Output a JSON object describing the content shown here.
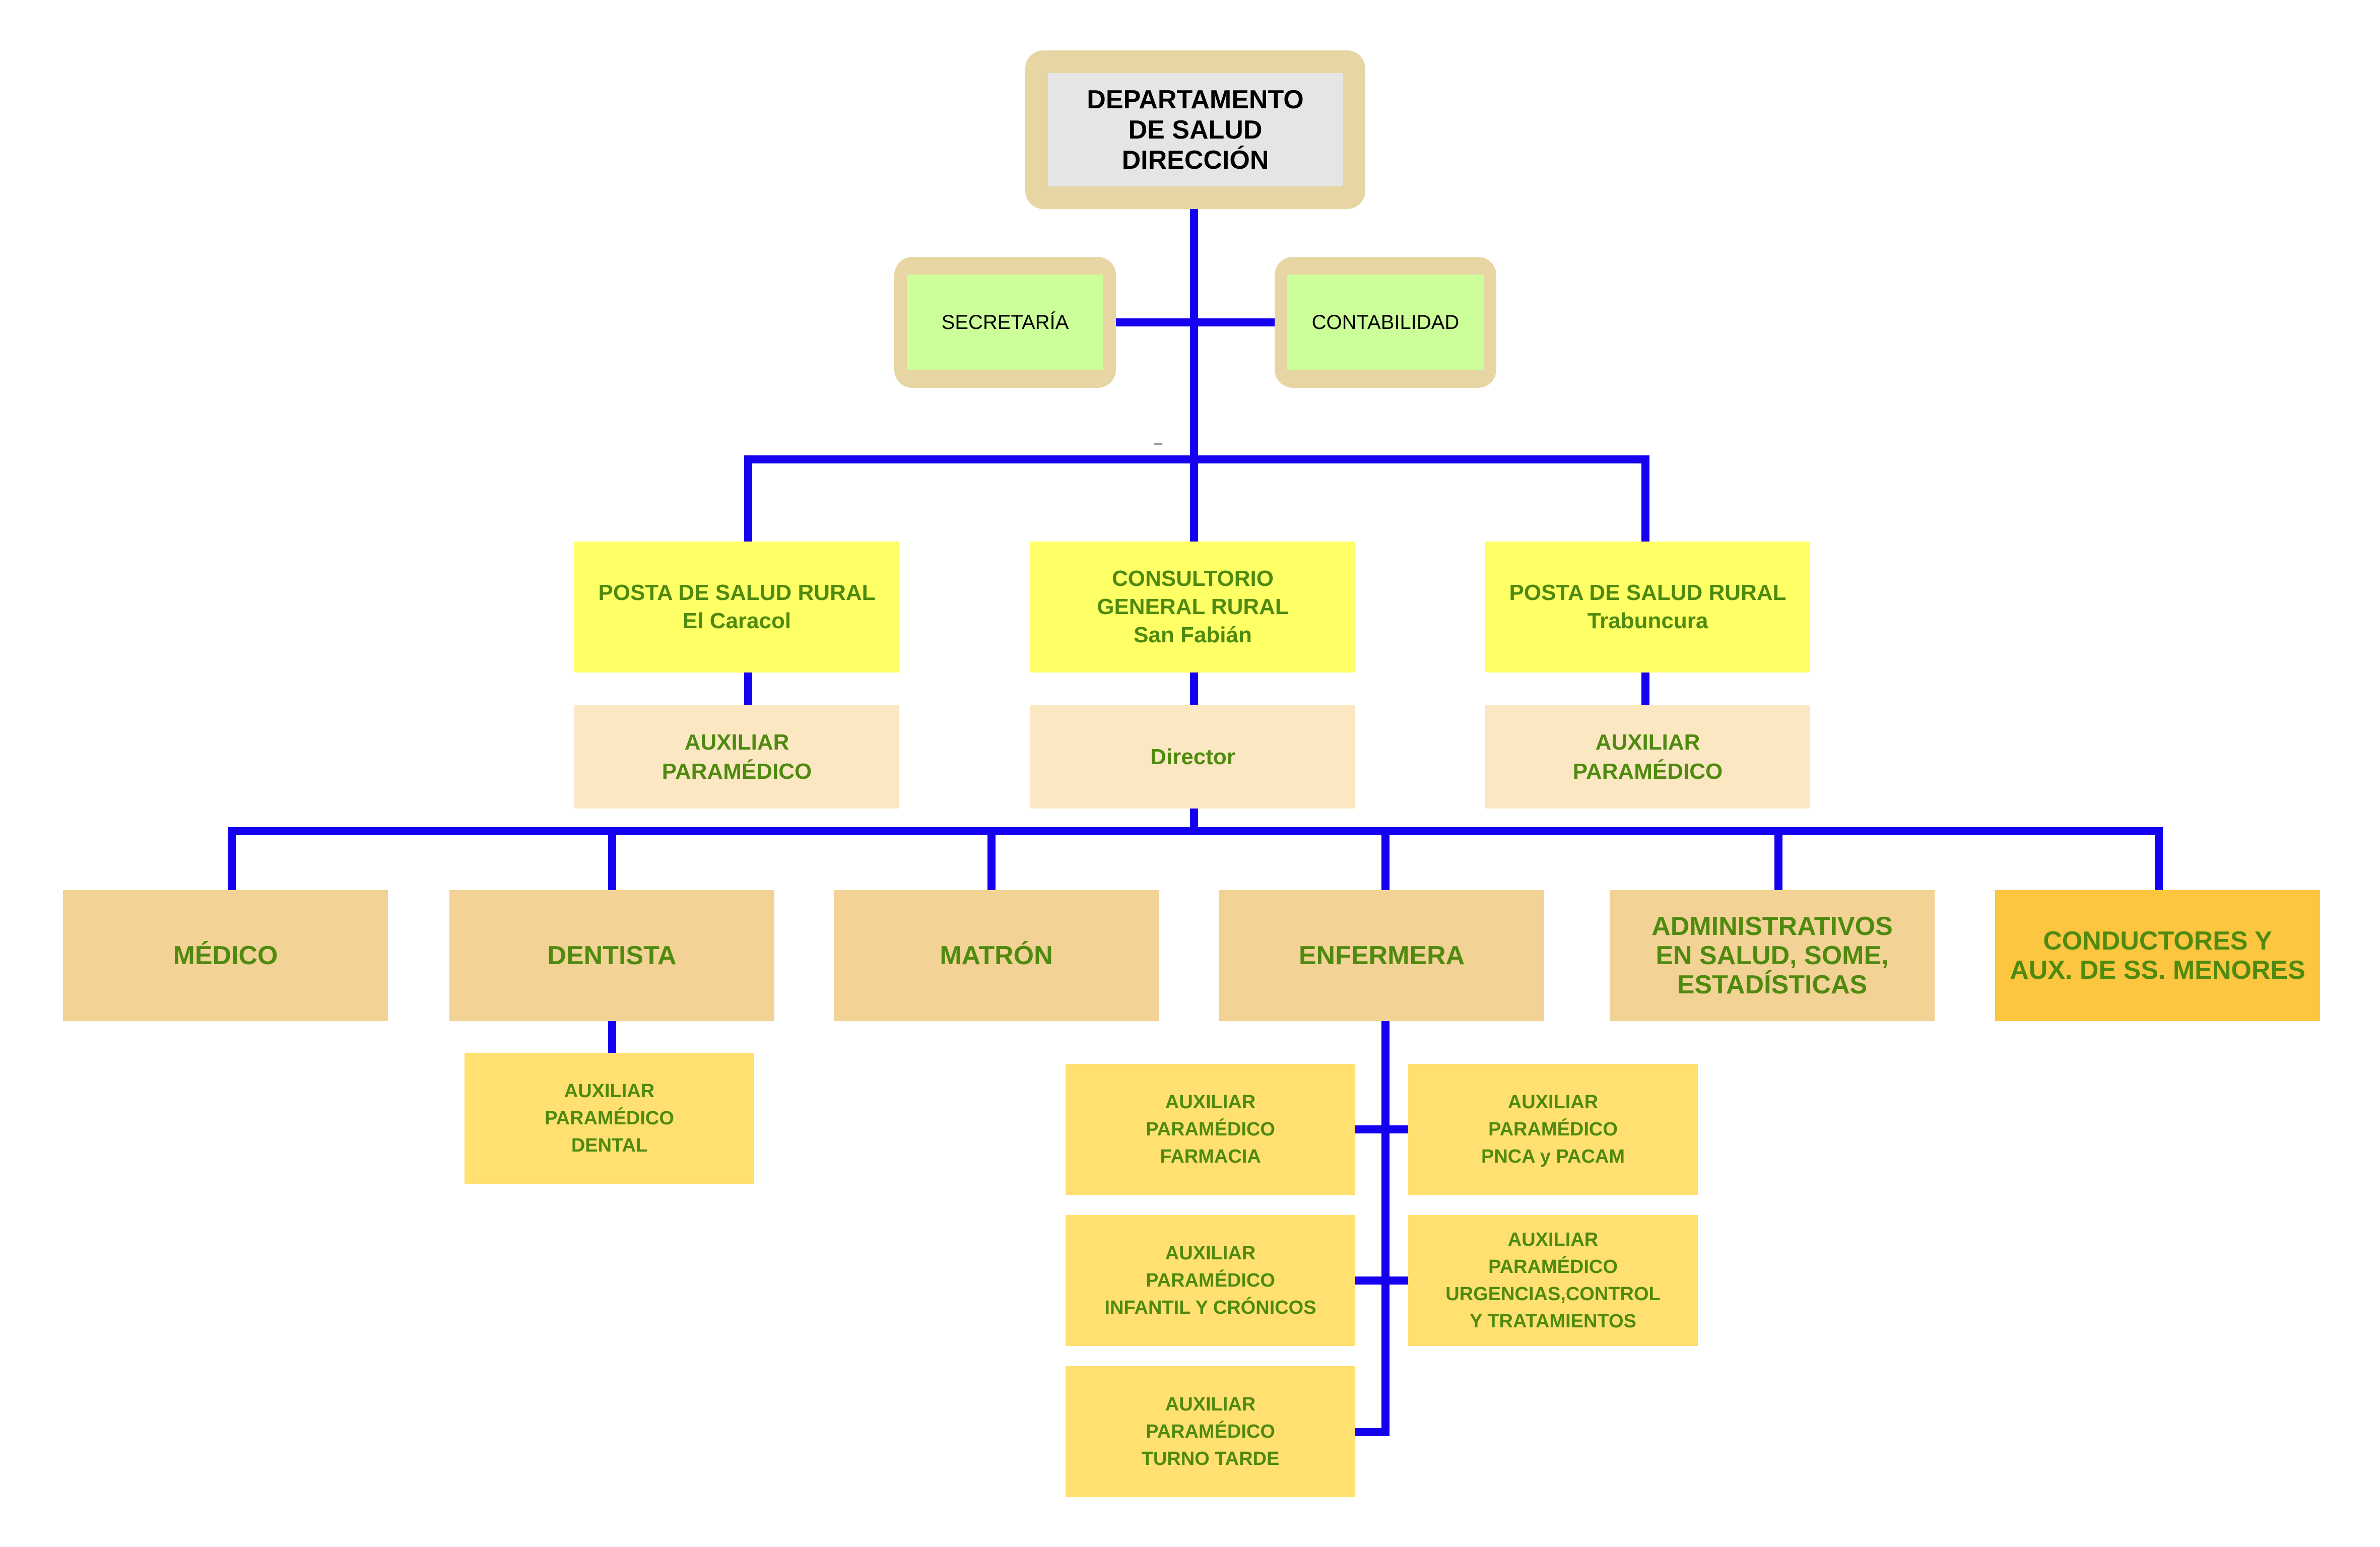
{
  "colors": {
    "connector": "#1500f0",
    "frame": "#e7d6a4",
    "label_text": "#4f8a10"
  },
  "top": {
    "label": "DEPARTAMENTO\nDE SALUD\nDIRECCIÓN"
  },
  "staff": {
    "secretaria": "SECRETARÍA",
    "contabilidad": "CONTABILIDAD"
  },
  "facilities": [
    {
      "label": "POSTA DE SALUD RURAL\nEl Caracol",
      "sub": "AUXILIAR\nPARAMÉDICO"
    },
    {
      "label": "CONSULTORIO\nGENERAL RURAL\nSan Fabián",
      "sub": "Director"
    },
    {
      "label": "POSTA DE SALUD RURAL\nTrabuncura",
      "sub": "AUXILIAR\nPARAMÉDICO"
    }
  ],
  "roles": [
    "MÉDICO",
    "DENTISTA",
    "MATRÓN",
    "ENFERMERA",
    "ADMINISTRATIVOS\nEN SALUD, SOME,\nESTADÍSTICAS",
    "CONDUCTORES Y\nAUX. DE SS. MENORES"
  ],
  "dental_aux": "AUXILIAR\nPARAMÉDICO\nDENTAL",
  "nursing_aux": {
    "farmacia": "AUXILIAR\nPARAMÉDICO\nFARMACIA",
    "pnca": "AUXILIAR\nPARAMÉDICO\nPNCA y PACAM",
    "infantil": "AUXILIAR\nPARAMÉDICO\nINFANTIL Y CRÓNICOS",
    "urgencias": "AUXILIAR\nPARAMÉDICO\nURGENCIAS,CONTROL\nY TRATAMIENTOS",
    "turno": "AUXILIAR\nPARAMÉDICO\nTURNO TARDE"
  }
}
